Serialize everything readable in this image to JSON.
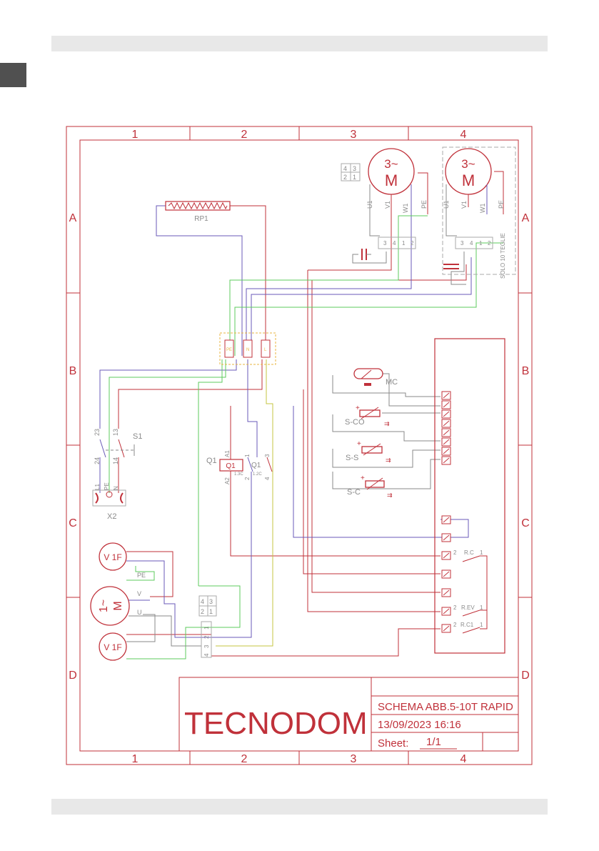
{
  "grid": {
    "columns": [
      "1",
      "2",
      "3",
      "4"
    ],
    "rows": [
      "A",
      "B",
      "C",
      "D"
    ]
  },
  "components": {
    "motor_top_1": {
      "phase": "3~",
      "letter": "M",
      "terminals": [
        "U1",
        "V1",
        "W1",
        "PE"
      ],
      "block": [
        "3",
        "4",
        "1",
        "2"
      ]
    },
    "motor_top_2": {
      "phase": "3~",
      "letter": "M",
      "terminals": [
        "U1",
        "V1",
        "W1",
        "PE"
      ],
      "block": [
        "3",
        "4",
        "1",
        "2"
      ],
      "note": "SOLO 10 TEGLIE"
    },
    "connector_top": [
      "4",
      "3",
      "2",
      "1"
    ],
    "heater": "RP1",
    "terminals_small": [
      "PE",
      "N",
      "L"
    ],
    "switch": {
      "name": "S1",
      "pins": [
        "23",
        "13",
        "24",
        "14"
      ]
    },
    "plug": {
      "name": "X2",
      "pins": [
        "L1",
        "PE",
        "N"
      ]
    },
    "contactor": {
      "name": "Q1",
      "coil": "Q1",
      "pins": [
        "A1",
        "A2",
        "1",
        "2",
        "3",
        "4"
      ],
      "sub1": "1.3C",
      "sub2": "1.2C"
    },
    "sensors": [
      "MC",
      "S-CO",
      "S-S",
      "S-C"
    ],
    "relays": [
      {
        "pin": "2",
        "name": "R.C",
        "out": "1"
      },
      {
        "pin": "2",
        "name": "R.EV",
        "out": "1"
      },
      {
        "pin": "2",
        "name": "R.C1",
        "out": "1"
      }
    ],
    "fans": [
      "V 1F",
      "V 1F"
    ],
    "motor_small": {
      "phase": "1~",
      "letter": "M",
      "terminals": [
        "PE",
        "V",
        "U"
      ]
    },
    "connector_bottom": [
      "4",
      "3",
      "2",
      "1"
    ],
    "connector_bottom_pins": [
      "1",
      "2",
      "3",
      "4"
    ]
  },
  "title_block": {
    "brand": "TECNODOM",
    "schema": "SCHEMA ABB.5-10T RAPID",
    "date": "13/09/2023 16:16",
    "sheet_label": "Sheet:",
    "sheet_value": "1/1"
  },
  "colors": {
    "red": "#c0313a",
    "blue": "#6a5ab8",
    "green": "#5ccb5c",
    "grey": "#8a8a8a",
    "yellow": "#e8b640"
  }
}
